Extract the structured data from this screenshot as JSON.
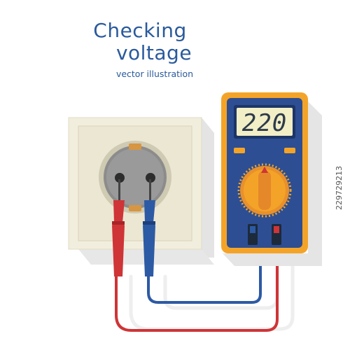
{
  "header": {
    "title_line1": "Checking",
    "title_line2": "voltage",
    "subtitle": "vector illustration"
  },
  "multimeter": {
    "display_value": "220"
  },
  "stock_id": "229729213",
  "colors": {
    "title": "#2a5a9c",
    "meter_body": "#f3a428",
    "meter_face": "#2d4e93",
    "lcd": "#f2eec6",
    "outlet": "#f2eedd",
    "red_lead": "#cf3437",
    "blue_lead": "#2d5aa4"
  }
}
